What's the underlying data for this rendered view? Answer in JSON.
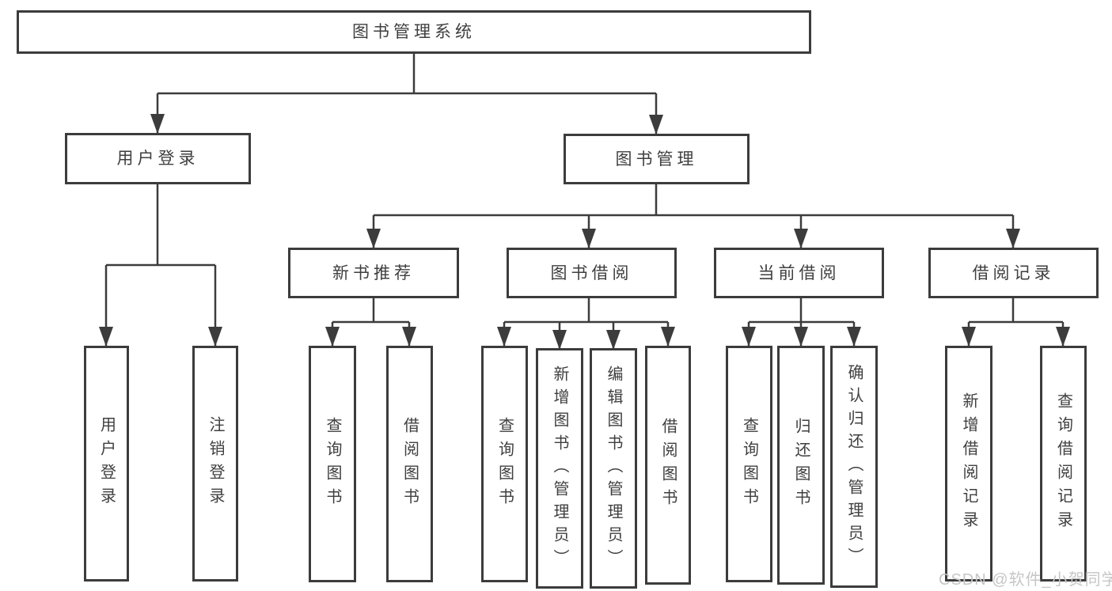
{
  "tree": {
    "label": "图书管理系统",
    "children": [
      {
        "label": "用户登录",
        "children": [
          {
            "label": "用户登录"
          },
          {
            "label": "注销登录"
          }
        ]
      },
      {
        "label": "图书管理",
        "children": [
          {
            "label": "新书推荐",
            "children": [
              {
                "label": "查询图书"
              },
              {
                "label": "借阅图书"
              }
            ]
          },
          {
            "label": "图书借阅",
            "children": [
              {
                "label": "查询图书"
              },
              {
                "label": "新增图书（管理员）"
              },
              {
                "label": "编辑图书（管理员）"
              },
              {
                "label": "借阅图书"
              }
            ]
          },
          {
            "label": "当前借阅",
            "children": [
              {
                "label": "查询图书"
              },
              {
                "label": "归还图书"
              },
              {
                "label": "确认归还（管理员）"
              }
            ]
          },
          {
            "label": "借阅记录",
            "children": [
              {
                "label": "新增借阅记录"
              },
              {
                "label": "查询借阅记录"
              }
            ]
          }
        ]
      }
    ]
  },
  "watermark": {
    "text": "CSDN @软件_小贺同学"
  },
  "colors": {
    "line": "#3c3c3c",
    "text": "#3f3f3f",
    "watermark": "#c6c6c6",
    "background": "#ffffff"
  }
}
